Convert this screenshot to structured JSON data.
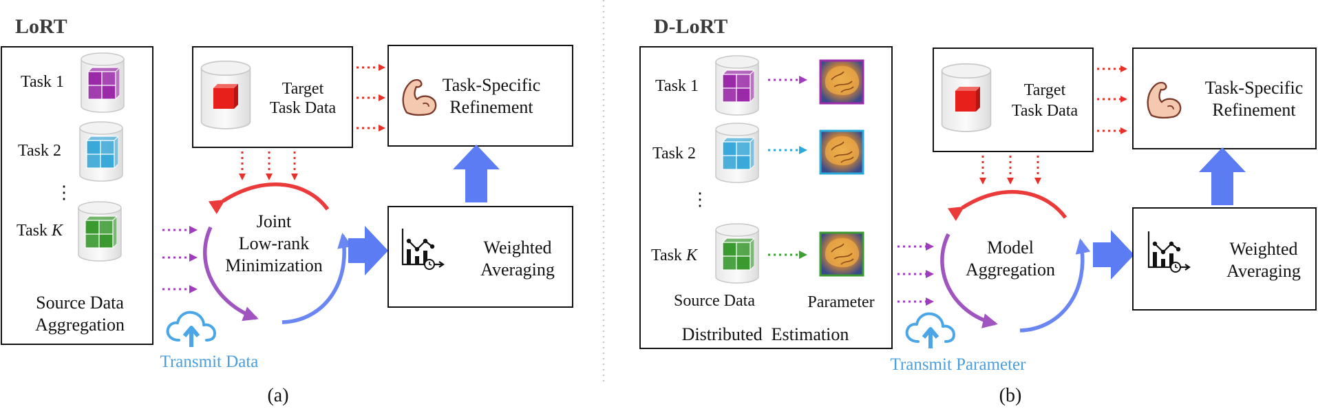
{
  "colors": {
    "red_arrow": "#e8302a",
    "blue_block": "#5b7cf2",
    "purple_arc": "#a054c0",
    "cloud": "#4aa6e6",
    "task1_cube": "#9a2aa8",
    "task2_cube": "#3aa8d8",
    "taskk_cube": "#3a9a30"
  },
  "icons": {
    "cylinder": "database-cylinder-icon",
    "muscle": "flexed-arm-icon",
    "chart": "weighted-chart-icon",
    "cloud": "cloud-upload-icon",
    "brain": "brain-parameter-icon"
  },
  "panel_a": {
    "title": "LoRT",
    "tasks": [
      {
        "prefix": "Task ",
        "num": "1"
      },
      {
        "prefix": "Task ",
        "num": "2"
      },
      {
        "prefix": "Task ",
        "num": "K"
      }
    ],
    "ellipsis": "⋮",
    "source_line1": "Source Data",
    "source_line2": "Aggregation",
    "target_line1": "Target",
    "target_line2": "Task Data",
    "refine_line1": "Task-Specific",
    "refine_line2": "Refinement",
    "center_line1": "Joint",
    "center_line2": "Low-rank",
    "center_line3": "Minimization",
    "avg_line1": "Weighted",
    "avg_line2": "Averaging",
    "transmit": "Transmit Data",
    "caption": "(a)"
  },
  "panel_b": {
    "title": "D-LoRT",
    "tasks": [
      {
        "prefix": "Task ",
        "num": "1"
      },
      {
        "prefix": "Task ",
        "num": "2"
      },
      {
        "prefix": "Task ",
        "num": "K"
      }
    ],
    "ellipsis": "⋮",
    "col_source": "Source Data",
    "col_param": "Parameter",
    "dist_label": "Distributed  Estimation",
    "target_line1": "Target",
    "target_line2": "Task Data",
    "refine_line1": "Task-Specific",
    "refine_line2": "Refinement",
    "center_line1": "Model",
    "center_line2": "Aggregation",
    "avg_line1": "Weighted",
    "avg_line2": "Averaging",
    "transmit": "Transmit Parameter",
    "caption": "(b)"
  }
}
